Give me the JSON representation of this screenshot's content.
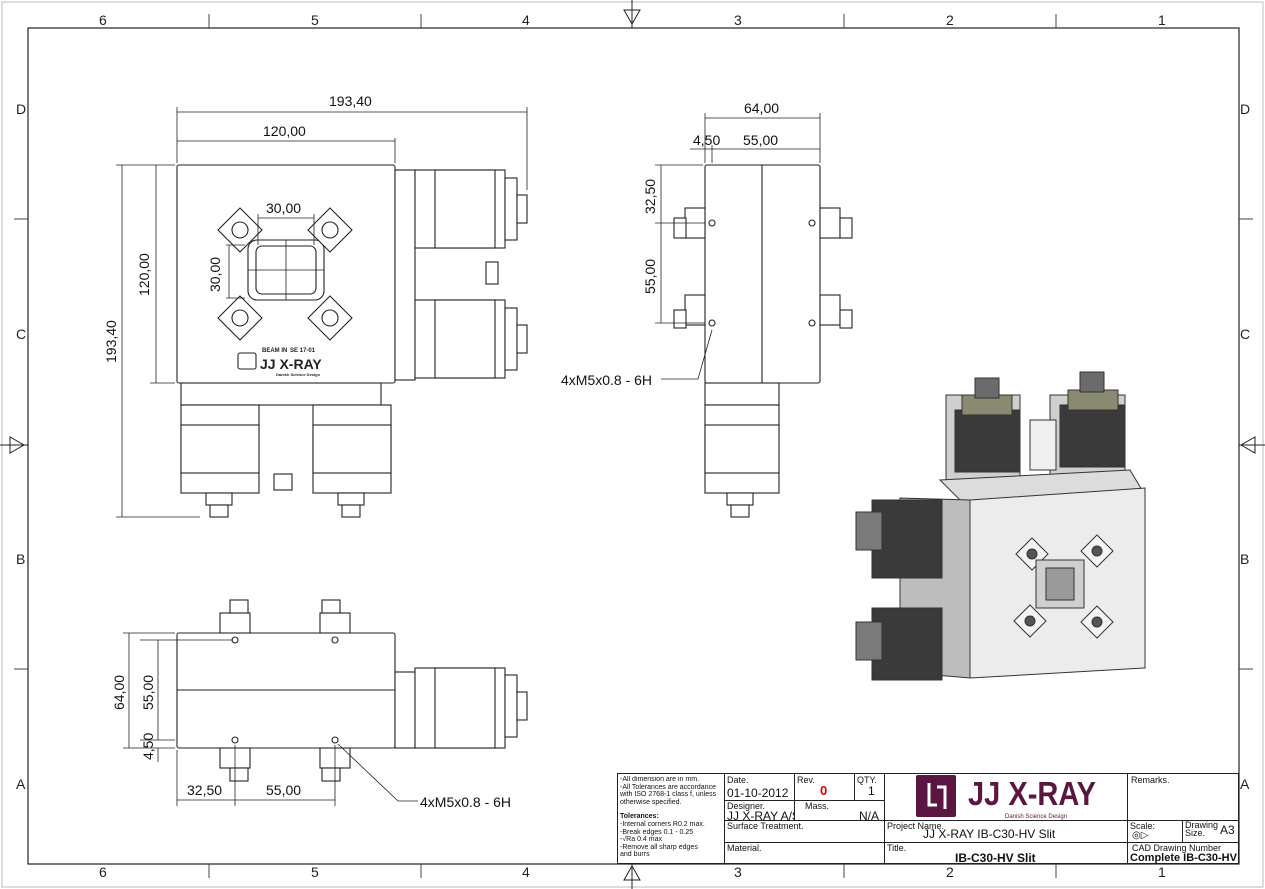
{
  "zones": {
    "columns": [
      "6",
      "5",
      "4",
      "3",
      "2",
      "1"
    ],
    "rows": [
      "D",
      "C",
      "B",
      "A"
    ]
  },
  "dimensions": {
    "front_overall_width": "193,40",
    "front_body_width": "120,00",
    "front_window_width": "30,00",
    "front_window_height": "30,00",
    "front_body_height": "120,00",
    "front_overall_height": "193,40",
    "side_overall": "64,00",
    "side_offset": "4,50",
    "side_hole_spacing": "55,00",
    "side_top_offset": "32,50",
    "side_vertical_spacing": "55,00",
    "side_thread_callout": "4xM5x0.8 - 6H",
    "bottom_height": "64,00",
    "bottom_inner": "55,00",
    "bottom_offset": "4,50",
    "bottom_left_offset": "32,50",
    "bottom_hole_spacing": "55,00",
    "bottom_thread_callout": "4xM5x0.8 - 6H"
  },
  "part_marking": {
    "beam_label": "BEAM IN",
    "code": "SE 17-01",
    "brand": "JJ X-RAY",
    "tagline": "Danish Science Design"
  },
  "title_block": {
    "notes": [
      "-All dimension are in mm.",
      "-All Tolerances are accordance",
      "with ISO 2768-1 class f, unless",
      "otherwise specified."
    ],
    "tolerances_heading": "Tolerances:",
    "tolerances": [
      "-Internal corners R0.2 max.",
      "-Break edges 0.1 - 0.25",
      "-√Ra 0.4 max",
      "-Remove all sharp edges",
      "and burrs"
    ],
    "date_label": "Date.",
    "date_value": "01-10-2012",
    "rev_label": "Rev.",
    "rev_value": "0",
    "qty_label": "QTY.",
    "qty_value": "1",
    "designer_label": "Designer.",
    "designer_value": "JJ X-RAY A/S",
    "mass_label": "Mass.",
    "mass_value": "N/A",
    "surface_label": "Surface Treatment.",
    "material_label": "Material.",
    "logo_text": "JJ X-RAY",
    "logo_sub": "Danish Science Design",
    "remarks_label": "Remarks.",
    "project_label": "Project Name.",
    "project_value": "JJ X-RAY IB-C30-HV Slit",
    "title_label": "Title.",
    "title_value": "IB-C30-HV Slit",
    "scale_label": "Scale:",
    "drawing_size_label": "Drawing Size.",
    "drawing_size_value": "A3",
    "cad_label": "CAD Drawing Number",
    "cad_value": "Complete IB-C30-HV"
  },
  "colors": {
    "line": "#222222",
    "brand": "#5a1540",
    "rev": "#e00000"
  }
}
